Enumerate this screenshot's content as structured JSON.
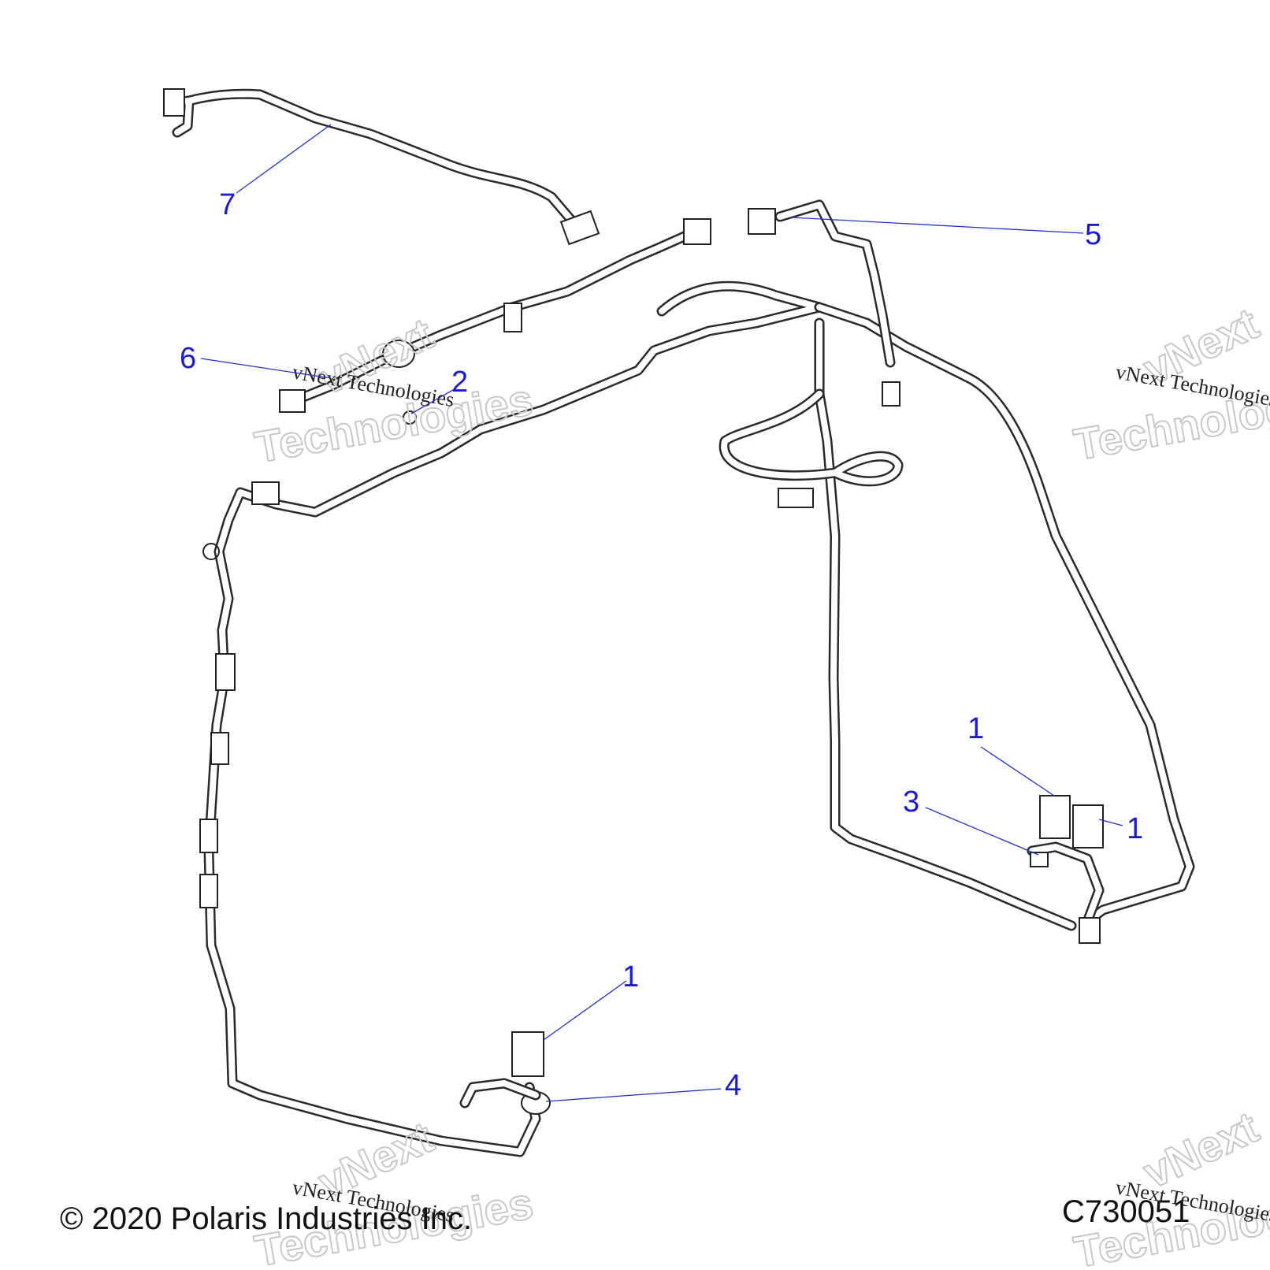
{
  "callouts": [
    {
      "id": "callout-7",
      "label": "7"
    },
    {
      "id": "callout-6",
      "label": "6"
    },
    {
      "id": "callout-2",
      "label": "2"
    },
    {
      "id": "callout-5",
      "label": "5"
    },
    {
      "id": "callout-1a",
      "label": "1"
    },
    {
      "id": "callout-1b",
      "label": "1"
    },
    {
      "id": "callout-3",
      "label": "3"
    },
    {
      "id": "callout-1c",
      "label": "1"
    },
    {
      "id": "callout-4",
      "label": "4"
    }
  ],
  "watermark": {
    "line": "vNext Technologies",
    "word1": "vNext",
    "word2": "Technologies"
  },
  "footer": {
    "copyright": "© 2020 Polaris Industries Inc.",
    "figure_id": "C730051"
  }
}
